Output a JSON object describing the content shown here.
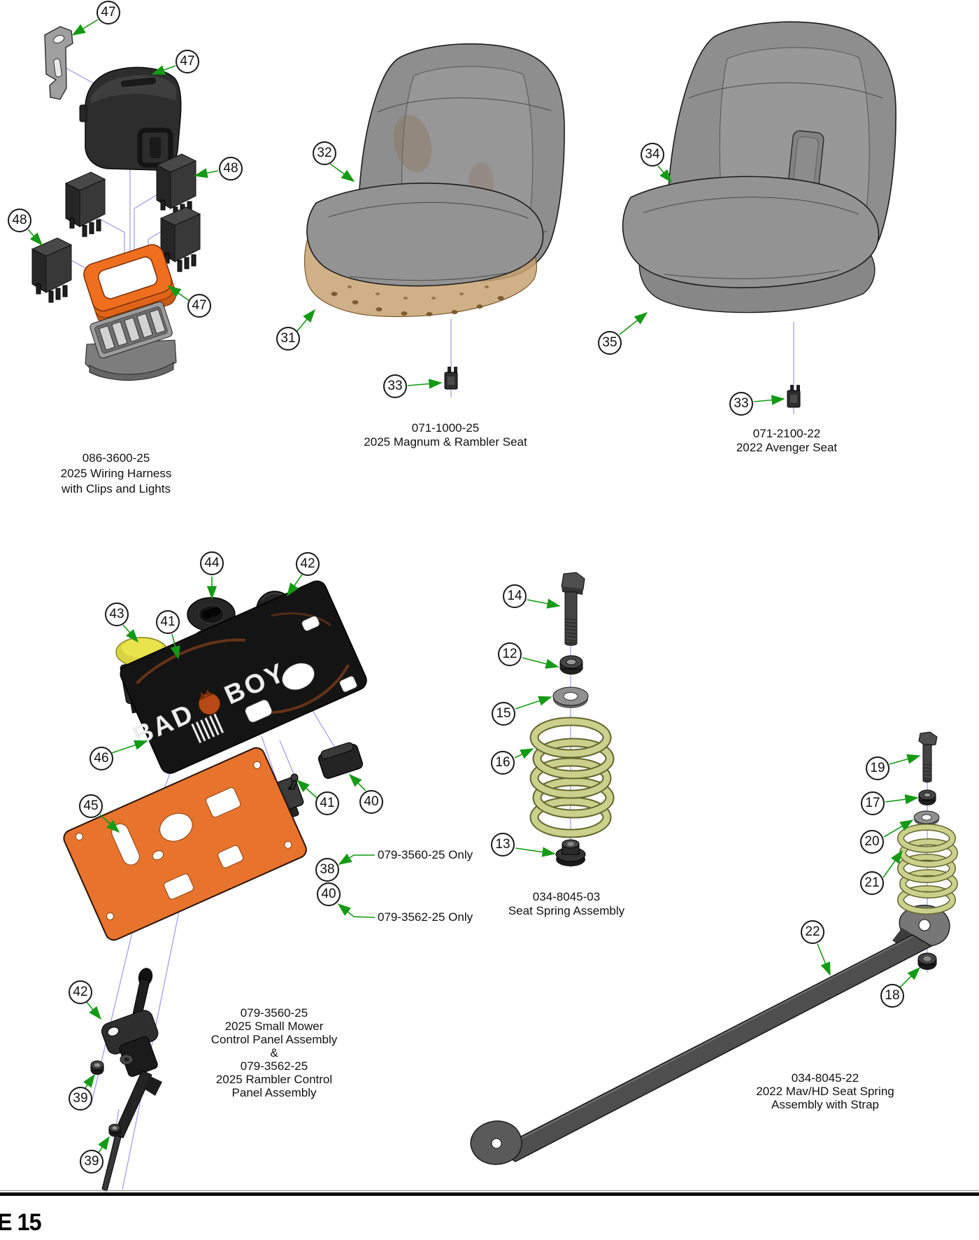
{
  "page": {
    "number_label": "E 15"
  },
  "callouts": [
    {
      "n": "47"
    },
    {
      "n": "47"
    },
    {
      "n": "48"
    },
    {
      "n": "48"
    },
    {
      "n": "47"
    },
    {
      "n": "32"
    },
    {
      "n": "31"
    },
    {
      "n": "33"
    },
    {
      "n": "34"
    },
    {
      "n": "35"
    },
    {
      "n": "33"
    },
    {
      "n": "44"
    },
    {
      "n": "42"
    },
    {
      "n": "43"
    },
    {
      "n": "41"
    },
    {
      "n": "46"
    },
    {
      "n": "41"
    },
    {
      "n": "40"
    },
    {
      "n": "45"
    },
    {
      "n": "38"
    },
    {
      "n": "40"
    },
    {
      "n": "42"
    },
    {
      "n": "39"
    },
    {
      "n": "39"
    },
    {
      "n": "14"
    },
    {
      "n": "12"
    },
    {
      "n": "15"
    },
    {
      "n": "16"
    },
    {
      "n": "13"
    },
    {
      "n": "19"
    },
    {
      "n": "17"
    },
    {
      "n": "20"
    },
    {
      "n": "21"
    },
    {
      "n": "22"
    },
    {
      "n": "18"
    }
  ],
  "labels": {
    "wiring_harness": [
      "086-3600-25",
      "2025 Wiring Harness",
      "with Clips and Lights"
    ],
    "magnum_seat": [
      "071-1000-25",
      "2025 Magnum & Rambler Seat"
    ],
    "avenger_seat": [
      "071-2100-22",
      "2022 Avenger Seat"
    ],
    "seat_spring": [
      "034-8045-03",
      "Seat Spring Assembly"
    ],
    "strap_spring": [
      "034-8045-22",
      "2022 Mav/HD Seat Spring",
      "Assembly with Strap"
    ],
    "control_panel": [
      "079-3560-25",
      "2025 Small Mower",
      "Control Panel Assembly",
      "&",
      "079-3562-25",
      "2025 Rambler Control",
      "Panel Assembly"
    ],
    "note_3560": "079-3560-25 Only",
    "note_3562": "079-3562-25 Only"
  },
  "panel_logo": {
    "left": "BAD",
    "right": "BOY"
  },
  "colors": {
    "leader_green": "#149a14",
    "align_blue": "#9b99e6",
    "plate_orange": "#e8732c",
    "gasket_orange": "#e06418",
    "spring_yellow_green": "#cbd08c",
    "meter_screen_cyan": "#3fd4e8",
    "button_yellow": "#e0da3e"
  }
}
